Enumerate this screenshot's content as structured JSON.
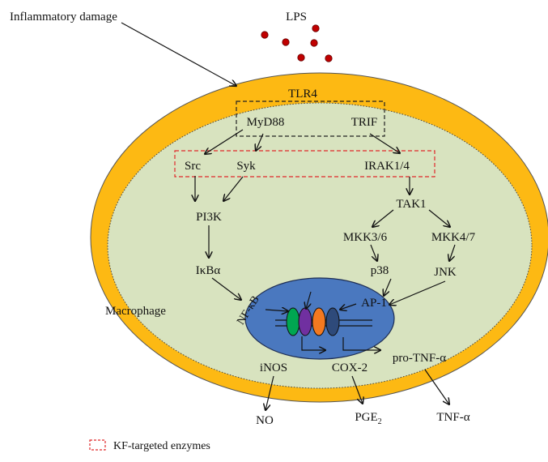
{
  "labels": {
    "inflammatory_damage": "Inflammatory damage",
    "lps": "LPS",
    "tlr4": "TLR4",
    "myd88": "MyD88",
    "trif": "TRIF",
    "src": "Src",
    "syk": "Syk",
    "irak": "IRAK1/4",
    "tak1": "TAK1",
    "pi3k": "PI3K",
    "mkk36": "MKK3/6",
    "mkk47": "MKK4/7",
    "p38": "p38",
    "jnk": "JNK",
    "ikba": "IκBα",
    "nfkb": "NF-κB",
    "ap1": "AP-1",
    "macrophage": "Macrophage",
    "inos": "iNOS",
    "cox2": "COX-2",
    "pro_tnf": "pro-TNF-α",
    "no": "NO",
    "pge2_base": "PGE",
    "pge2_sub": "2",
    "tnf": "TNF-α"
  },
  "legend": {
    "text": "KF-targeted enzymes"
  },
  "colors": {
    "membrane": "#fdb913",
    "cytoplasm": "#d8e3bf",
    "nucleus": "#4a78bf",
    "legend_dash": "#e0292b",
    "lps_dot": "#c00000",
    "tf_green": "#00a651",
    "tf_purple": "#7030a0",
    "tf_orange": "#f47920",
    "tf_navy": "#2e4a7a"
  }
}
